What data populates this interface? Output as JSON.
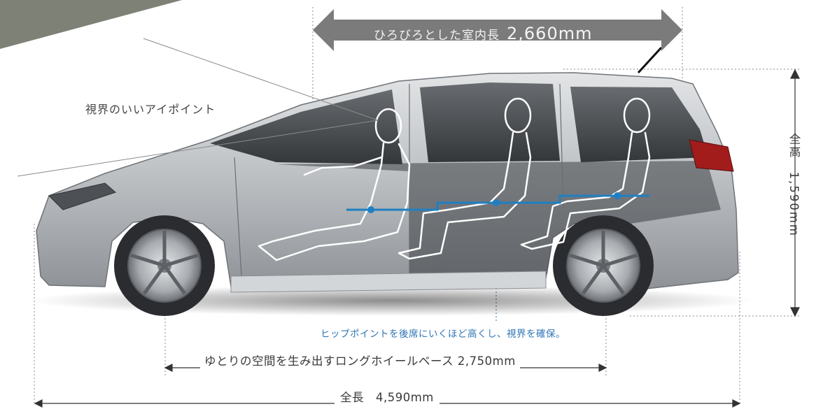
{
  "interior_length": {
    "prefix": "ひろびろとした室内長",
    "value": "2,660mm"
  },
  "eye_point": "視界のいいアイポイント",
  "hip_point_note": "ヒップポイントを後席にいくほど高くし、視界を確保。",
  "wheelbase": "ゆとりの空間を生み出すロングホイールベース 2,750mm",
  "overall_length": "全長　4,590mm",
  "overall_height": "全高　1,590mm",
  "colors": {
    "corner": "#7d8176",
    "interior_arrow": "#7b7b7b",
    "hip_line": "#1f7fc3",
    "hip_text": "#2f74b5",
    "car_body": "#b9bcbf"
  }
}
